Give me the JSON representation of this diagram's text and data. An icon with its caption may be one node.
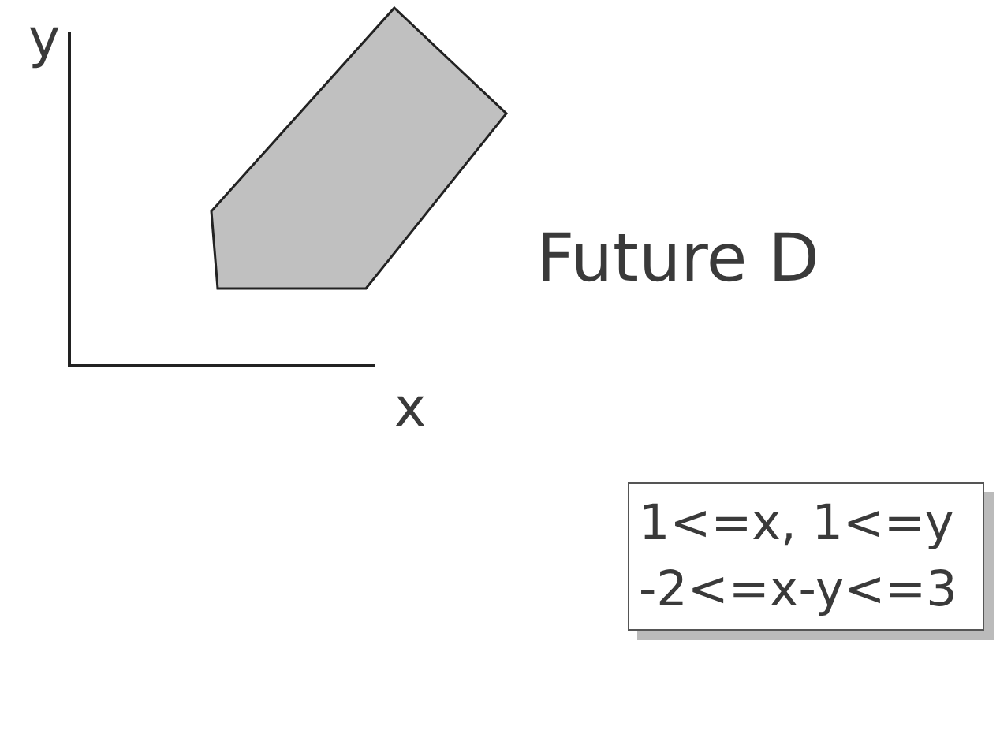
{
  "diagram": {
    "nodes": [
      {
        "text": [
          "1<=x, 1<=y",
          "-2<=x-y<=3"
        ]
      }
    ],
    "edges": [],
    "labels": [
      "y",
      "Future D",
      "x"
    ]
  }
}
